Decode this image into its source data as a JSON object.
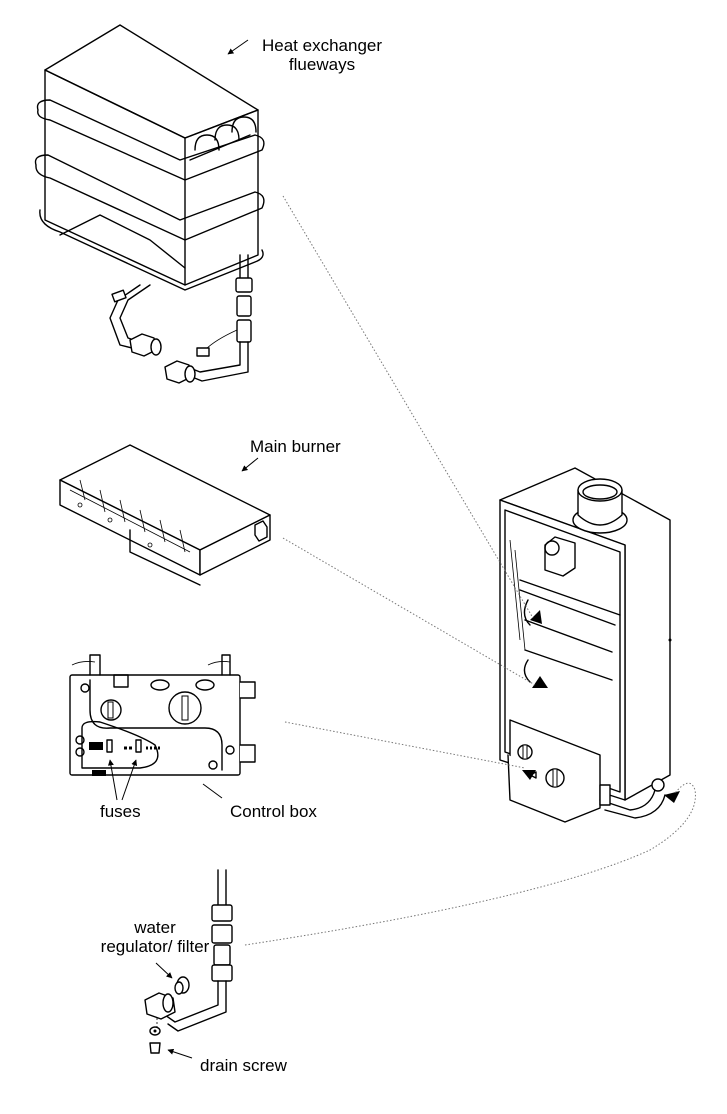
{
  "title": "Water heater component locations",
  "labels": {
    "heat_exchanger_line1": "Heat exchanger",
    "heat_exchanger_line2": "flueways",
    "main_burner": "Main burner",
    "fuses": "fuses",
    "control_box": "Control box",
    "water_regulator_line1": "water",
    "water_regulator_line2": "regulator/ filter",
    "drain_screw": "drain screw"
  },
  "components": [
    {
      "id": "heat-exchanger",
      "label": "Heat exchanger flueways"
    },
    {
      "id": "main-burner",
      "label": "Main burner"
    },
    {
      "id": "control-box",
      "label": "Control box"
    },
    {
      "id": "fuses",
      "label": "fuses"
    },
    {
      "id": "water-regulator",
      "label": "water regulator/ filter"
    },
    {
      "id": "drain-screw",
      "label": "drain screw"
    },
    {
      "id": "water-heater-unit",
      "label": ""
    }
  ],
  "colors": {
    "line": "#000000",
    "leader": "#777777",
    "background": "#ffffff"
  }
}
